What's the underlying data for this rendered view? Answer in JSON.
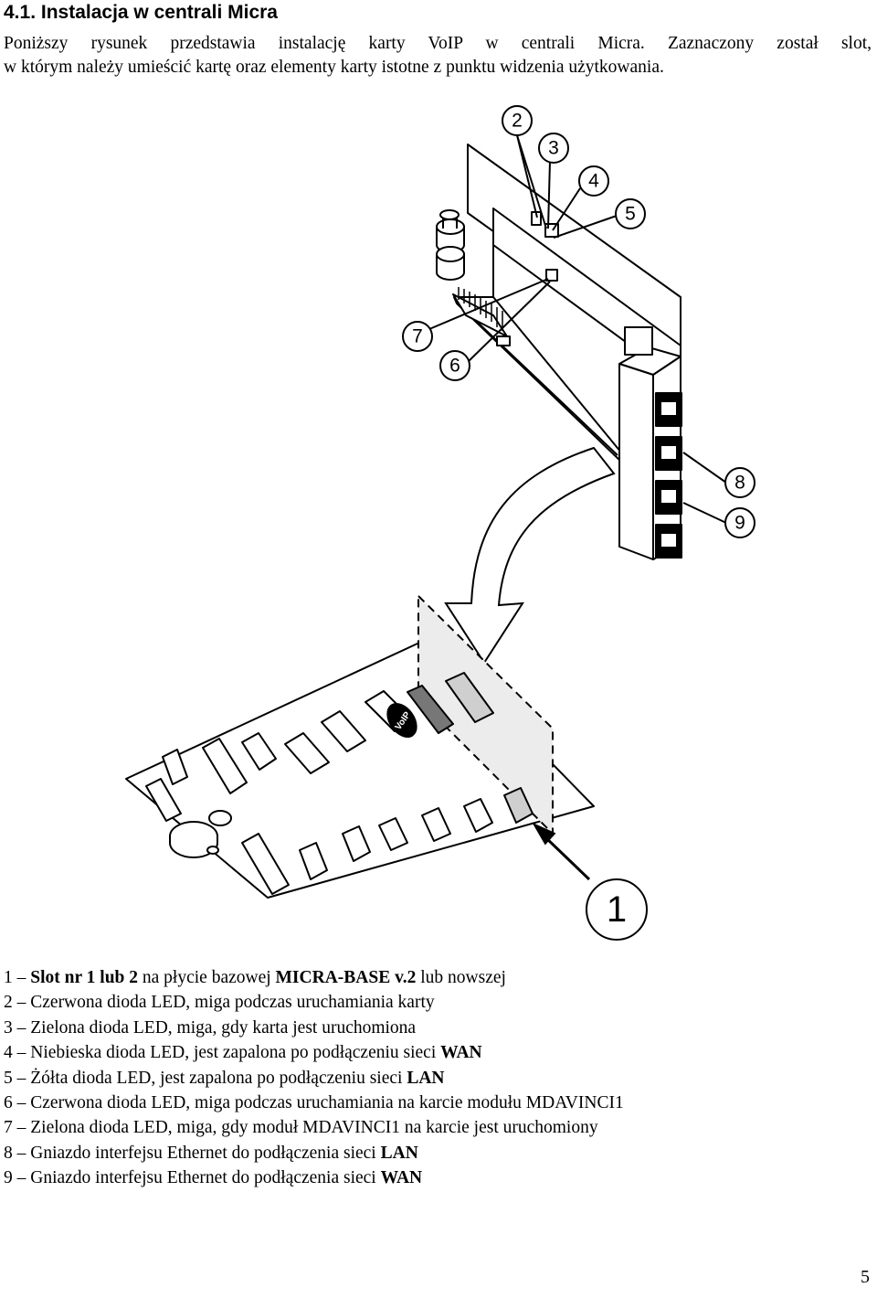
{
  "section": {
    "heading": "4.1. Instalacja w centrali Micra",
    "intro_line1": "Poniższy rysunek przedstawia instalację karty VoIP w centrali Micra. Zaznaczony został slot,",
    "intro_line2": "w którym należy umieścić kartę oraz elementy karty istotne z punktu widzenia użytkowania."
  },
  "figure": {
    "callouts": [
      "1",
      "2",
      "3",
      "4",
      "5",
      "6",
      "7",
      "8",
      "9"
    ],
    "slot_marking": "VoIP"
  },
  "legend": [
    {
      "num": "1",
      "parts": [
        {
          "t": "Slot nr 1 lub 2",
          "b": true
        },
        {
          "t": " na płycie bazowej ",
          "b": false
        },
        {
          "t": "MICRA-BASE v.2",
          "b": true
        },
        {
          "t": " lub nowszej",
          "b": false
        }
      ]
    },
    {
      "num": "2",
      "parts": [
        {
          "t": "Czerwona dioda LED, miga podczas uruchamiania karty",
          "b": false
        }
      ]
    },
    {
      "num": "3",
      "parts": [
        {
          "t": "Zielona dioda LED, miga, gdy karta jest uruchomiona",
          "b": false
        }
      ]
    },
    {
      "num": "4",
      "parts": [
        {
          "t": "Niebieska dioda LED, jest zapalona po podłączeniu sieci ",
          "b": false
        },
        {
          "t": "WAN",
          "b": true
        }
      ]
    },
    {
      "num": "5",
      "parts": [
        {
          "t": "Żółta dioda LED, jest zapalona po podłączeniu sieci ",
          "b": false
        },
        {
          "t": "LAN",
          "b": true
        }
      ]
    },
    {
      "num": "6",
      "parts": [
        {
          "t": "Czerwona dioda LED, miga podczas uruchamiania na karcie modułu MDAVINCI1",
          "b": false
        }
      ]
    },
    {
      "num": "7",
      "parts": [
        {
          "t": "Zielona dioda LED, miga, gdy moduł MDAVINCI1 na karcie jest uruchomiony",
          "b": false
        }
      ]
    },
    {
      "num": "8",
      "parts": [
        {
          "t": "Gniazdo interfejsu Ethernet do podłączenia sieci ",
          "b": false
        },
        {
          "t": "LAN",
          "b": true
        }
      ]
    },
    {
      "num": "9",
      "parts": [
        {
          "t": "Gniazdo interfejsu Ethernet do podłączenia sieci ",
          "b": false
        },
        {
          "t": "WAN",
          "b": true
        }
      ]
    }
  ],
  "separator": "–",
  "page_number": "5"
}
